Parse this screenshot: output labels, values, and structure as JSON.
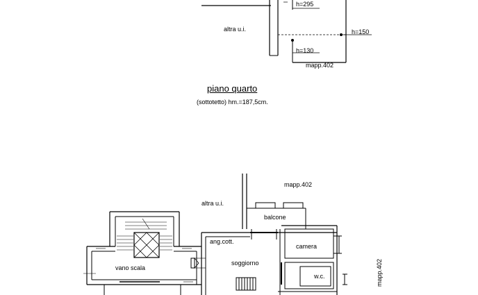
{
  "upper_plan": {
    "heights": [
      "h=295",
      "h=150",
      "h=130"
    ],
    "room": "altra u.i.",
    "parcel": "mapp.402"
  },
  "section": {
    "title": "piano quarto",
    "subtitle": "(sottotetto) hm.=187,5cm."
  },
  "lower_plan": {
    "parcel_top": "mapp.402",
    "other_unit": "altra u.i.",
    "rooms": [
      "balcone",
      "ang.cott.",
      "soggiorno",
      "camera",
      "w.c.",
      "vano scala"
    ],
    "parcel_side": "mapp.402"
  }
}
